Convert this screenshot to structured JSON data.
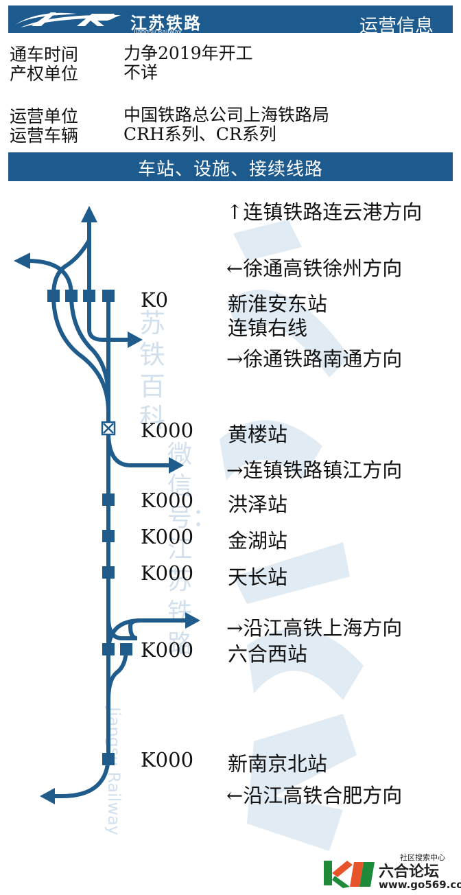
{
  "header": {
    "logo_mark": "SR",
    "logo_text": "江苏铁路",
    "logo_sub": "Jiangsu Railway",
    "page_title": "运营信息"
  },
  "info": {
    "open_label": "通车时间",
    "open_value": "力争2019年开工",
    "owner_label": "产权单位",
    "owner_value": "不详",
    "operator_label": "运营单位",
    "operator_value": "中国铁路总公司上海铁路局",
    "vehicle_label": "运营车辆",
    "vehicle_value": "CRH系列、CR系列"
  },
  "section": {
    "title": "车站、设施、接续线路"
  },
  "stations": [
    {
      "km": "K0",
      "name": "新淮安东站"
    },
    {
      "km": "K000",
      "name": "黄楼站"
    },
    {
      "km": "K000",
      "name": "洪泽站"
    },
    {
      "km": "K000",
      "name": "金湖站"
    },
    {
      "km": "K000",
      "name": "天长站"
    },
    {
      "km": "K000",
      "name": "六合西站"
    },
    {
      "km": "K000",
      "name": "新南京北站"
    }
  ],
  "connections": {
    "lianyungang": "↑连镇铁路连云港方向",
    "xuzhou": "←徐通高铁徐州方向",
    "right_line": "连镇右线",
    "nantong": "→徐通铁路南通方向",
    "zhenjiang": "→连镇铁路镇江方向",
    "shanghai": "→沿江高铁上海方向",
    "hefei": "←沿江高铁合肥方向"
  },
  "watermark": {
    "a": "苏铁百科",
    "b": "微信号：江苏铁路",
    "c": "Jiangsu Railway",
    "d": "江苏铁路"
  },
  "footer": {
    "forum_label": "社区搜索中心",
    "site_name": "六合论坛",
    "url": "www.go569.com"
  },
  "colors": {
    "brand_blue": "#1d5a8e",
    "line_blue": "#1f5c8b",
    "watermark": "#9dbcd8"
  }
}
